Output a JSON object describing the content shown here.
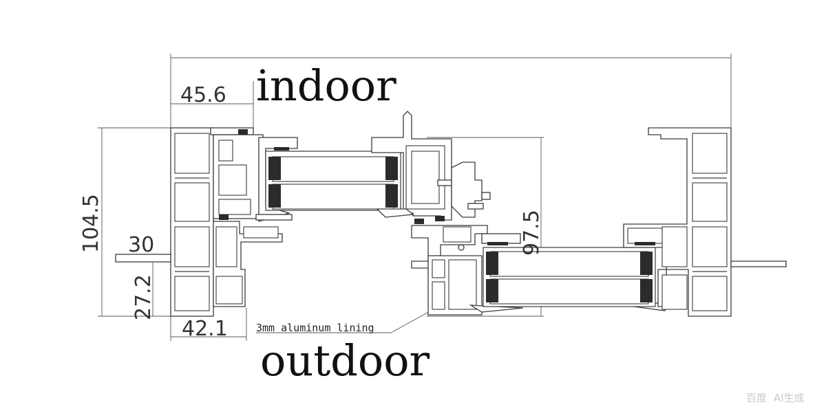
{
  "labels": {
    "indoor": "indoor",
    "outdoor": "outdoor",
    "lining": "3mm  aluminum lining"
  },
  "dimensions": {
    "top_left_width": "45.6",
    "overall_height": "104.5",
    "sash_height": "97.5",
    "step_width": "30",
    "step_height": "27.2",
    "bottom_width": "42.1"
  },
  "watermark": {
    "brand": "百度",
    "tag": "AI生成"
  }
}
